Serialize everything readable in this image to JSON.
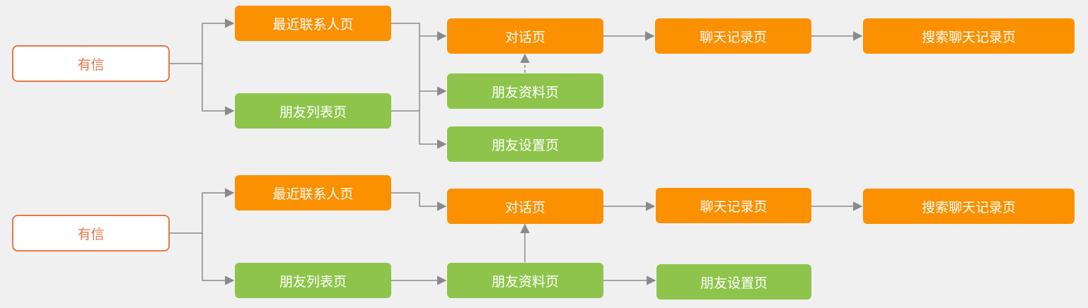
{
  "colors": {
    "orange": "#fb9000",
    "green": "#8ec44b",
    "root_border": "#e6764a",
    "line": "#8a8a8a",
    "background": "#f0f0f0"
  },
  "diagram_top": {
    "root": "有信",
    "recent_contacts": "最近联系人页",
    "friend_list": "朋友列表页",
    "chat": "对话页",
    "friend_profile": "朋友资料页",
    "friend_settings": "朋友设置页",
    "chat_history": "聊天记录页",
    "search_chat_history": "搜索聊天记录页"
  },
  "diagram_bottom": {
    "root": "有信",
    "recent_contacts": "最近联系人页",
    "friend_list": "朋友列表页",
    "chat": "对话页",
    "friend_profile": "朋友资料页",
    "friend_settings": "朋友设置页",
    "chat_history": "聊天记录页",
    "search_chat_history": "搜索聊天记录页"
  }
}
